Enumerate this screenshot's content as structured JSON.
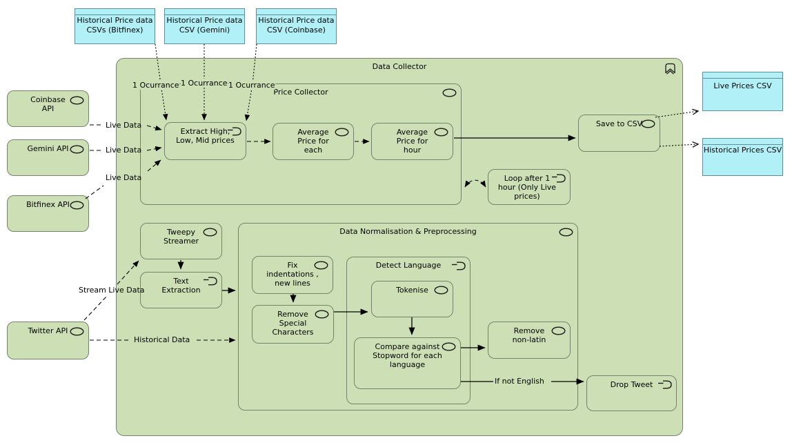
{
  "colors": {
    "node_fill": "#cde0b5",
    "node_border": "#74826c",
    "artifact_fill": "#b2f0f8",
    "artifact_border": "#5f8d9b",
    "connector": "#000000"
  },
  "icons": {
    "service": "service-oval-icon",
    "process": "process-arrow-icon",
    "capability": "chevron-badge-icon"
  },
  "main": {
    "title": "Data Collector"
  },
  "containers": {
    "price_collector": {
      "title": "Price Collector"
    },
    "data_normalisation": {
      "title": "Data Normalisation & Preprocessing"
    },
    "detect_language": {
      "title": "Detect Language"
    }
  },
  "apis": {
    "coinbase": {
      "label": "Coinbase API"
    },
    "gemini": {
      "label": "Gemini API"
    },
    "bitfinex": {
      "label": "Bitfinex API"
    },
    "twitter": {
      "label": "Twitter API"
    }
  },
  "artifacts": {
    "bitfinex_csv": {
      "label": "Historical Price data CSVs (Bitfinex)"
    },
    "gemini_csv": {
      "label": "Historical Price data CSV (Gemini)"
    },
    "coinbase_csv": {
      "label": "Historical Price data CSV (Coinbase)"
    },
    "live_prices_csv": {
      "label": "Live Prices CSV"
    },
    "historical_prices_csv": {
      "label": "Historical Prices CSV"
    }
  },
  "processes": {
    "extract": {
      "label": "Extract High, Low, Mid prices"
    },
    "avg_each": {
      "label": "Average Price for each"
    },
    "avg_hour": {
      "label": "Average Price for hour"
    },
    "save_csv": {
      "label": "Save to CSV"
    },
    "loop": {
      "label": "Loop after 1 hour (Only Live prices)"
    },
    "tweepy": {
      "label": "Tweepy Streamer"
    },
    "text_extraction": {
      "label": "Text Extraction"
    },
    "fix_indent": {
      "label": "Fix indentations , new lines"
    },
    "remove_special": {
      "label": "Remove Special Characters"
    },
    "tokenise": {
      "label": "Tokenise"
    },
    "compare_stopword": {
      "label": "Compare against Stopword for each language"
    },
    "remove_nonlatin": {
      "label": "Remove non-latin"
    },
    "drop_tweet": {
      "label": "Drop Tweet"
    }
  },
  "edge_labels": {
    "ocurrance1": "1 Ocurrance",
    "ocurrance2": "1 Ocurrance",
    "ocurrance3": "1 Ocurrance",
    "live_data_1": "Live Data",
    "live_data_2": "Live Data",
    "live_data_3": "Live Data",
    "stream_live_data": "Stream Live Data",
    "historical_data": "Historical Data",
    "if_not_english": "If not English"
  }
}
